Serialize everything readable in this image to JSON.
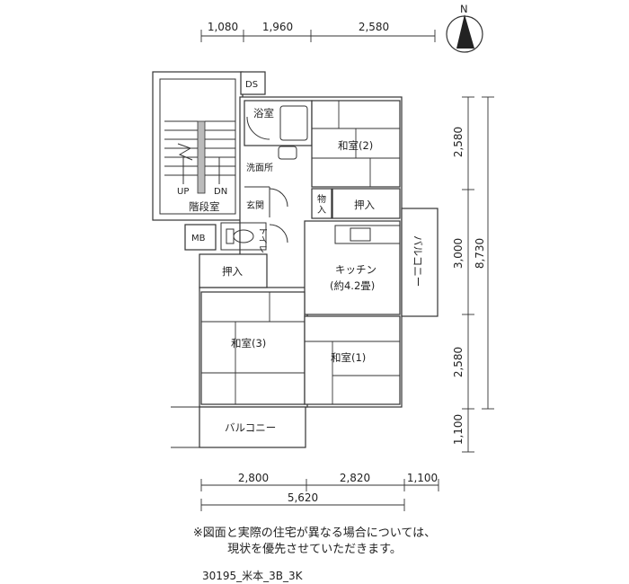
{
  "rooms": {
    "washitsu_2": "和室(2)",
    "washitsu_3": "和室(3)",
    "washitsu_1": "和室(1)",
    "kitchen": "キッチン",
    "kitchen_size": "(約4.2畳)",
    "bath": "浴室",
    "washroom": "洗面所",
    "entrance": "玄関",
    "toilet": "トイレ",
    "stairwell": "階段室",
    "storage_top": "押入",
    "storage_left": "押入",
    "mono_1": "物",
    "mono_2": "入",
    "balcony_right": "バルコニー",
    "balcony_bottom": "バルコニー",
    "ds": "DS",
    "mb": "MB",
    "up": "UP",
    "dn": "DN"
  },
  "dimensions": {
    "top": [
      "1,080",
      "1,960",
      "2,580"
    ],
    "right": [
      "2,580",
      "3,000",
      "2,580",
      "1,100"
    ],
    "right_total": "8,730",
    "bottom": [
      "2,800",
      "2,820",
      "1,100"
    ],
    "bottom_total": "5,620"
  },
  "compass": {
    "label": "N",
    "icon": "north-arrow-icon"
  },
  "notes": {
    "line1": "※図面と実際の住宅が異なる場合については、",
    "line2": "現状を優先させていただきます。"
  },
  "plan_code": "30195_米本_3B_3K"
}
